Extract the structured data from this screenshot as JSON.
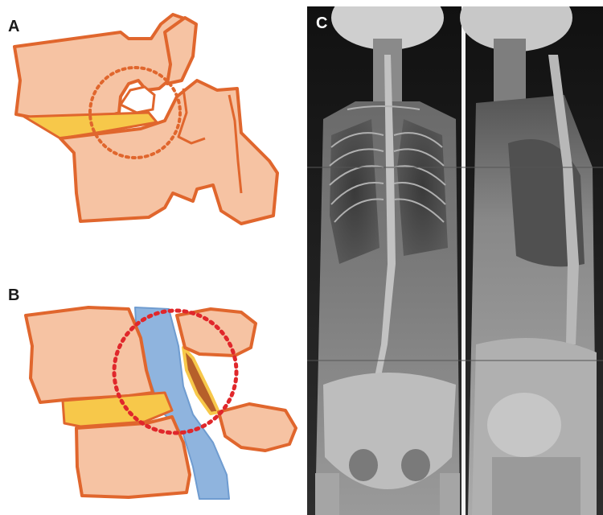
{
  "panels": {
    "a": {
      "label": "A"
    },
    "b": {
      "label": "B"
    },
    "c": {
      "label": "C"
    }
  },
  "colors": {
    "bone": "#f6c3a3",
    "outline": "#e0662d",
    "disc": "#f7c84a",
    "ligament": "#b65f2a",
    "dura": "#8fb4de",
    "circle_a": "#e0662d",
    "circle_b": "#e0272b",
    "xray_dark": "#1e1e1e",
    "xray_light": "#d8d8d8"
  }
}
